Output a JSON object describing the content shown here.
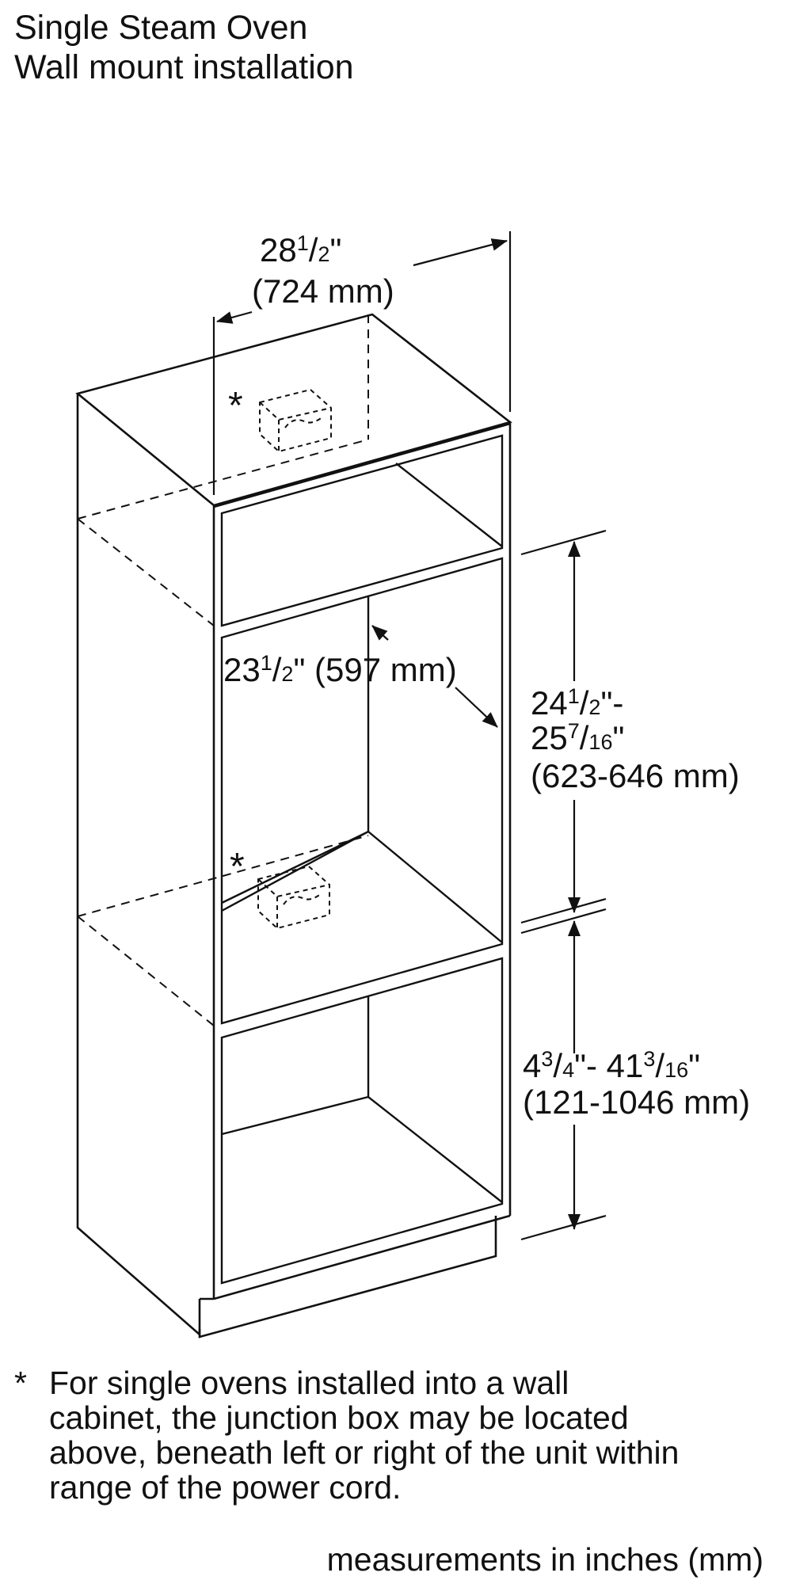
{
  "title": {
    "line1": "Single Steam Oven",
    "line2": "Wall mount installation"
  },
  "dimensions": {
    "cabinet_width": {
      "main": "28",
      "frac_num": "1",
      "frac_den": "2",
      "suffix": "\"",
      "metric": "(724 mm)"
    },
    "cutout_width": {
      "main": "23",
      "frac_num": "1",
      "frac_den": "2",
      "suffix": "\" (597 mm)"
    },
    "cutout_height": {
      "line1": {
        "main": "24",
        "frac_num": "1",
        "frac_den": "2",
        "suffix": "\"-"
      },
      "line2": {
        "main": "25",
        "frac_num": "7",
        "frac_den": "16",
        "suffix": "\""
      },
      "line3": "(623-646 mm)"
    },
    "base_height": {
      "line1": {
        "a_main": "4",
        "a_num": "3",
        "a_den": "4",
        "mid": "\"- 41",
        "b_num": "3",
        "b_den": "16",
        "suffix": "\""
      },
      "line2": "(121-1046 mm)"
    }
  },
  "asterisk": "*",
  "note": {
    "marker": "*",
    "lines": [
      "For single ovens installed into a wall",
      "cabinet, the junction box may be located",
      "above, beneath left or right of the unit within",
      "range of the power cord."
    ]
  },
  "footer": "measurements in inches (mm)"
}
